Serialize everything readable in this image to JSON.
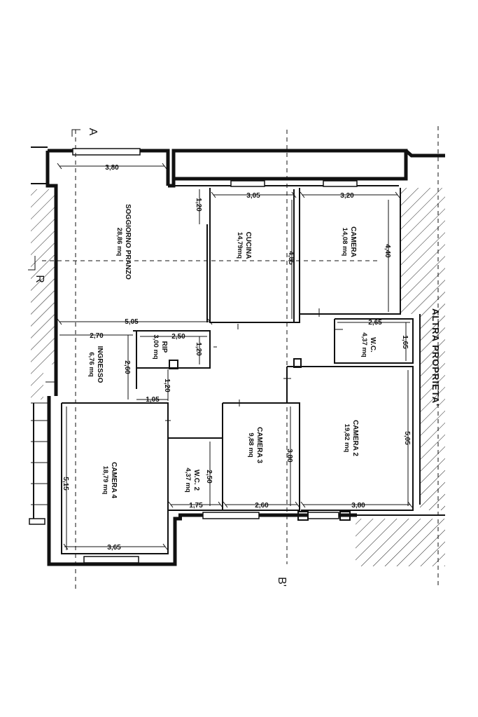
{
  "rooms": {
    "soggiorno": {
      "name": "SOGGIORNO PRANZO",
      "area": "28,86 mq"
    },
    "cucina": {
      "name": "CUCINA",
      "area": "14,79mq"
    },
    "camera": {
      "name": "CAMERA",
      "area": "14,08 mq"
    },
    "rip": {
      "name": "RIP",
      "area": "3,00 mq"
    },
    "wc": {
      "name": "W.C.",
      "area": "4,37 mq"
    },
    "ingresso": {
      "name": "INGRESSO",
      "area": "6,76 mq"
    },
    "camera2": {
      "name": "CAMERA 2",
      "area": "19,82 mq"
    },
    "camera3": {
      "name": "CAMERA 3",
      "area": "9,88 mq"
    },
    "wc2": {
      "name": "W.C. 2",
      "area": "4,37 mq"
    },
    "camera4": {
      "name": "CAMERA 4",
      "area": "18,79 mq"
    }
  },
  "dimensions": {
    "d_3_80_top": "3,80",
    "d_3_05": "3,05",
    "d_3_20": "3,20",
    "d_1_20_top": "1,20",
    "d_4_85": "4,85",
    "d_4_40": "4,40",
    "d_5_05_mid": "5,05",
    "d_2_65": "2,65",
    "d_1_65": "1,65",
    "d_2_70": "2,70",
    "d_2_50_rip": "2,50",
    "d_1_20_rip": "1,20",
    "d_2_60_v": "2,60",
    "d_1_20_low": "1,20",
    "d_1_05": "1,05",
    "d_5_05_right": "5,05",
    "d_3_80_mid": "3,80",
    "d_2_50_wc2": "2,50",
    "d_5_15": "5,15",
    "d_1_75": "1,75",
    "d_2_60_h": "2,60",
    "d_3_80_bottom": "3,80",
    "d_3_65": "3,65"
  },
  "labels": {
    "altra": "ALTRA PROPRIETA'",
    "section_a": "A",
    "section_r": "R",
    "section_b": "B'"
  }
}
